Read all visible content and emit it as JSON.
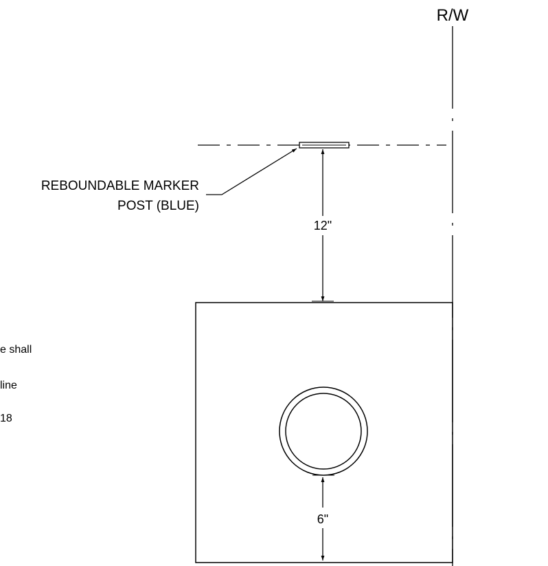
{
  "drawing": {
    "row_label": "R/W",
    "marker_label_line1": "REBOUNDABLE MARKER",
    "marker_label_line2": "POST (BLUE)",
    "dim_marker_to_box": "12\"",
    "dim_pipe_to_edge": "6\"",
    "side_note_line1": "e shall",
    "side_note_line2": "line",
    "side_note_line3": "18"
  },
  "colors": {
    "ink": "#000000",
    "paper": "#ffffff"
  }
}
